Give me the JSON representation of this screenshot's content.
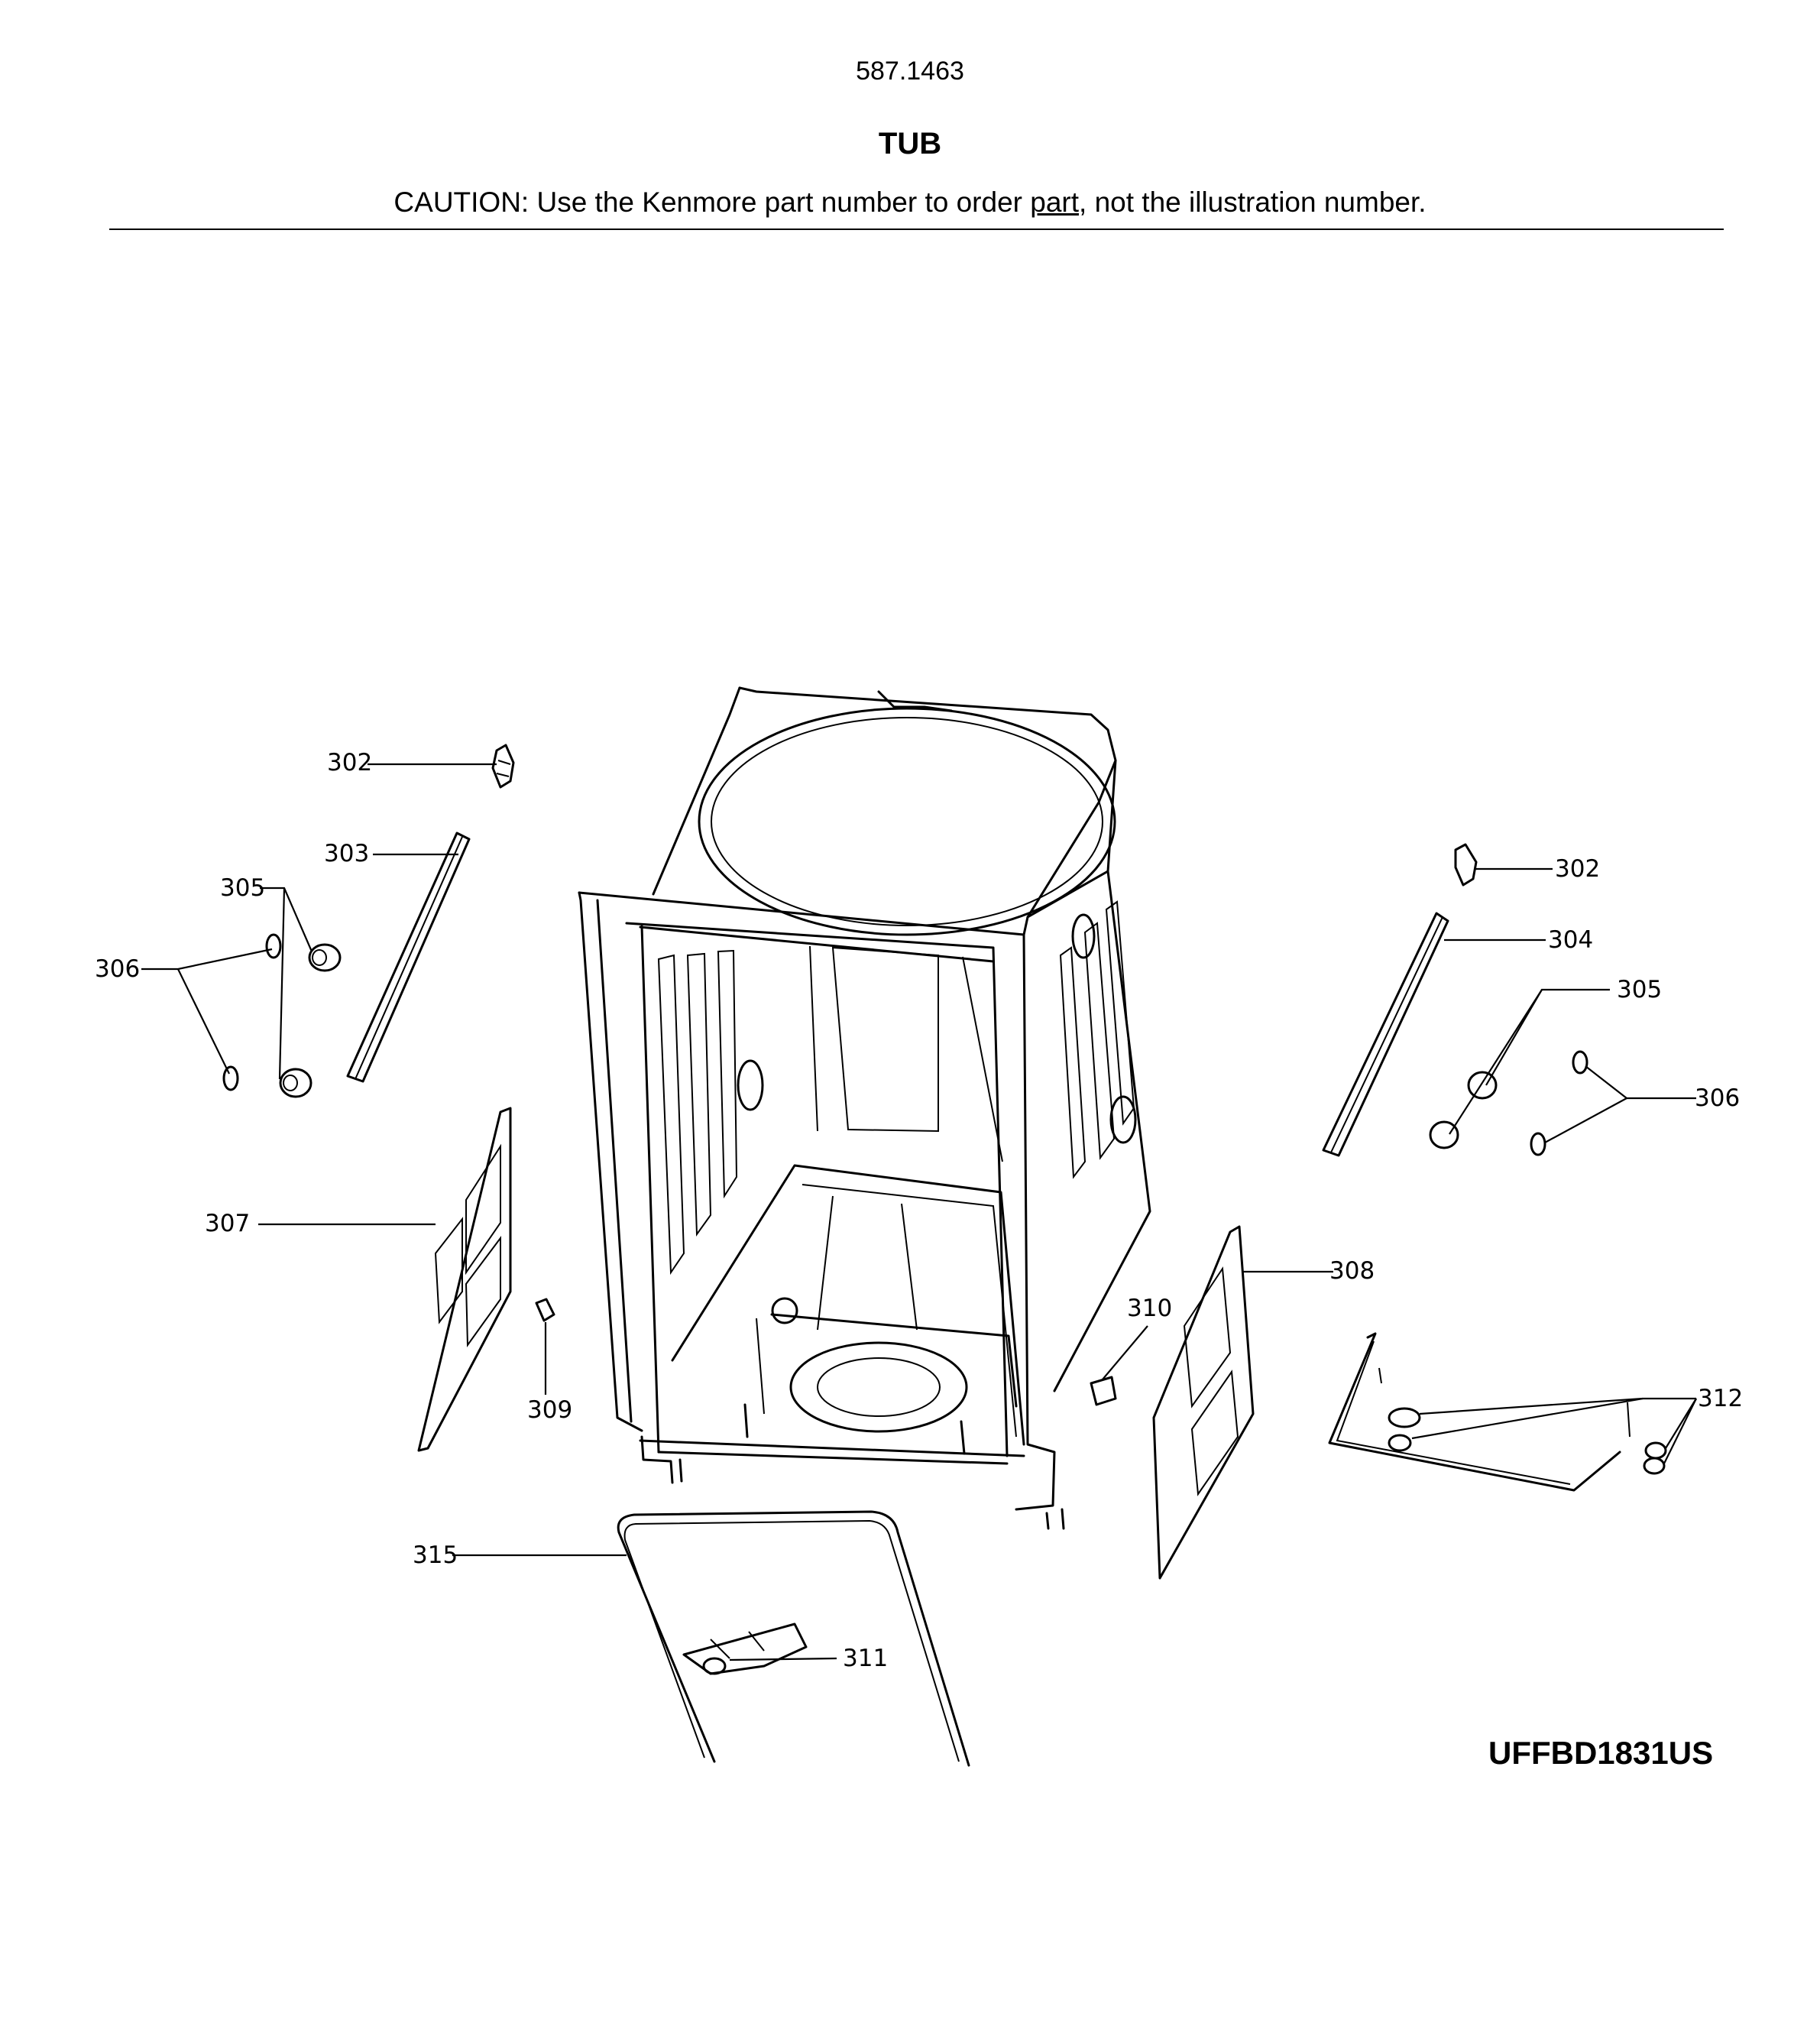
{
  "header": {
    "model_number": "587.1463",
    "title": "TUB",
    "caution_prefix": "CAUTION: Use the Kenmore part number to order ",
    "caution_link": "part",
    "caution_suffix": ", not the illustration number."
  },
  "callouts": {
    "left_302": "302",
    "left_303": "303",
    "left_305": "305",
    "left_306": "306",
    "c307": "307",
    "c309": "309",
    "c310": "310",
    "c308": "308",
    "right_302": "302",
    "right_304": "304",
    "right_305": "305",
    "right_306": "306",
    "c312": "312",
    "c315": "315",
    "c311": "311"
  },
  "footer": {
    "unit_code": "UFFBD1831US"
  }
}
